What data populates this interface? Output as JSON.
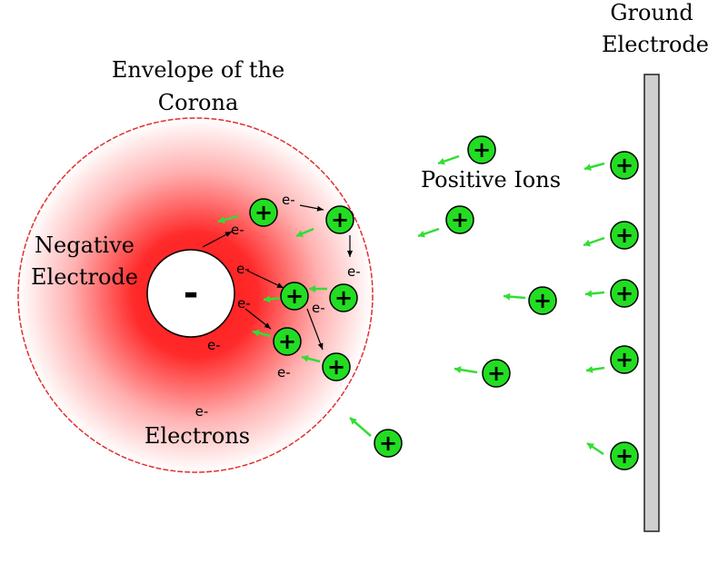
{
  "labels": {
    "ground_line1": "Ground",
    "ground_line2": "Electrode",
    "envelope_line1": "Envelope of the",
    "envelope_line2": "Corona",
    "negative_line1": "Negative",
    "negative_line2": "Electrode",
    "positive_ions": "Positive Ions",
    "electrons": "Electrons",
    "electron_symbol": "e-",
    "minus_sign": "-",
    "ion_sign": "+"
  },
  "colors": {
    "corona_center": "#ff1a1a",
    "corona_edge": "#ffffff",
    "envelope_stroke": "#e03030",
    "ion_fill": "#22dd22",
    "ion_stroke": "#000000",
    "arrow_green": "#33dd33",
    "electrode_fill": "#cfcfcf",
    "electron_arrow": "#000000"
  },
  "icons": {
    "ion": "positive-ion-icon",
    "electrode": "negative-electrode-icon"
  }
}
